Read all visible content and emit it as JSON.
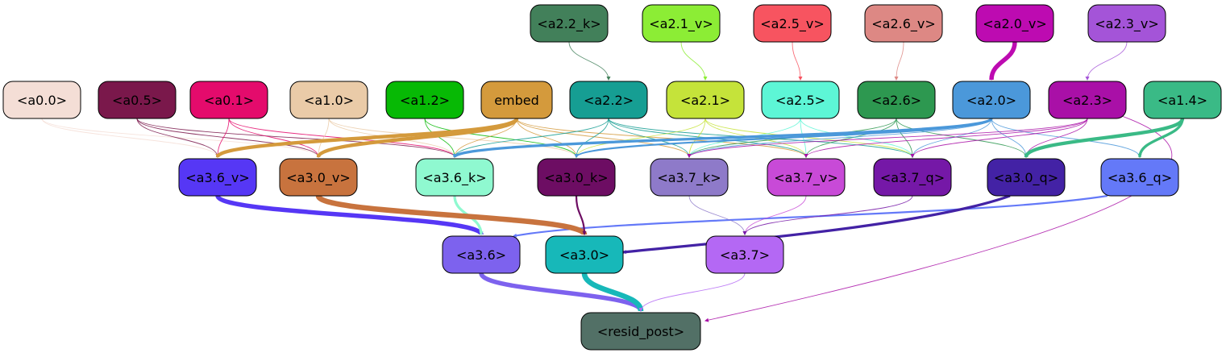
{
  "nodes": [
    {
      "id": "a2_2_k",
      "label": "<a2.2_k>",
      "fill": "#42805a",
      "text_color": "#000000"
    },
    {
      "id": "a2_1_v",
      "label": "<a2.1_v>",
      "fill": "#8ced35",
      "text_color": "#000000"
    },
    {
      "id": "a2_5_v",
      "label": "<a2.5_v>",
      "fill": "#f75460",
      "text_color": "#000000"
    },
    {
      "id": "a2_6_v",
      "label": "<a2.6_v>",
      "fill": "#dd8884",
      "text_color": "#000000"
    },
    {
      "id": "a2_0_v",
      "label": "<a2.0_v>",
      "fill": "#bd0bb1",
      "text_color": "#000000"
    },
    {
      "id": "a2_3_v",
      "label": "<a2.3_v>",
      "fill": "#a454d8",
      "text_color": "#000000"
    },
    {
      "id": "a0_0",
      "label": "<a0.0>",
      "fill": "#f4ded6",
      "text_color": "#000000"
    },
    {
      "id": "a0_5",
      "label": "<a0.5>",
      "fill": "#7a184b",
      "text_color": "#000000"
    },
    {
      "id": "a0_1",
      "label": "<a0.1>",
      "fill": "#e40b6c",
      "text_color": "#000000"
    },
    {
      "id": "a1_0",
      "label": "<a1.0>",
      "fill": "#eacba8",
      "text_color": "#000000"
    },
    {
      "id": "a1_2",
      "label": "<a1.2>",
      "fill": "#07b905",
      "text_color": "#000000"
    },
    {
      "id": "embed",
      "label": "embed",
      "fill": "#d49a3c",
      "text_color": "#000000"
    },
    {
      "id": "a2_2",
      "label": "<a2.2>",
      "fill": "#169e93",
      "text_color": "#000000"
    },
    {
      "id": "a2_1",
      "label": "<a2.1>",
      "fill": "#c5e33a",
      "text_color": "#000000"
    },
    {
      "id": "a2_5",
      "label": "<a2.5>",
      "fill": "#5df6d6",
      "text_color": "#000000"
    },
    {
      "id": "a2_6",
      "label": "<a2.6>",
      "fill": "#2d9850",
      "text_color": "#000000"
    },
    {
      "id": "a2_0",
      "label": "<a2.0>",
      "fill": "#4b98da",
      "text_color": "#000000"
    },
    {
      "id": "a2_3",
      "label": "<a2.3>",
      "fill": "#a910a7",
      "text_color": "#000000"
    },
    {
      "id": "a1_4",
      "label": "<a1.4>",
      "fill": "#3aba86",
      "text_color": "#000000"
    },
    {
      "id": "a3_6_v",
      "label": "<a3.6_v>",
      "fill": "#5637f5",
      "text_color": "#000000"
    },
    {
      "id": "a3_0_v",
      "label": "<a3.0_v>",
      "fill": "#c8733e",
      "text_color": "#000000"
    },
    {
      "id": "a3_6_k",
      "label": "<a3.6_k>",
      "fill": "#8ff9d0",
      "text_color": "#000000"
    },
    {
      "id": "a3_0_k",
      "label": "<a3.0_k>",
      "fill": "#6d0d63",
      "text_color": "#000000"
    },
    {
      "id": "a3_7_k",
      "label": "<a3.7_k>",
      "fill": "#8e7ac9",
      "text_color": "#000000"
    },
    {
      "id": "a3_7_v",
      "label": "<a3.7_v>",
      "fill": "#c84ad7",
      "text_color": "#000000"
    },
    {
      "id": "a3_7_q",
      "label": "<a3.7_q>",
      "fill": "#7518a7",
      "text_color": "#000000"
    },
    {
      "id": "a3_0_q",
      "label": "<a3.0_q>",
      "fill": "#4322a5",
      "text_color": "#000000"
    },
    {
      "id": "a3_6_q",
      "label": "<a3.6_q>",
      "fill": "#6479f8",
      "text_color": "#000000"
    },
    {
      "id": "a3_6",
      "label": "<a3.6>",
      "fill": "#7d62ee",
      "text_color": "#000000"
    },
    {
      "id": "a3_0",
      "label": "<a3.0>",
      "fill": "#17b8b9",
      "text_color": "#000000"
    },
    {
      "id": "a3_7",
      "label": "<a3.7>",
      "fill": "#b468f4",
      "text_color": "#000000"
    },
    {
      "id": "resid_post",
      "label": "<resid_post>",
      "fill": "#527066",
      "text_color": "#000000"
    }
  ],
  "edges": [
    {
      "from": "a2_2_k",
      "to": "a2_2",
      "color": "#42805a",
      "weight": 1
    },
    {
      "from": "a2_1_v",
      "to": "a2_1",
      "color": "#8ced35",
      "weight": 1
    },
    {
      "from": "a2_5_v",
      "to": "a2_5",
      "color": "#f75460",
      "weight": 1
    },
    {
      "from": "a2_6_v",
      "to": "a2_6",
      "color": "#dd8884",
      "weight": 1
    },
    {
      "from": "a2_0_v",
      "to": "a2_0",
      "color": "#bd0bb1",
      "weight": 5
    },
    {
      "from": "a2_3_v",
      "to": "a2_3",
      "color": "#a454d8",
      "weight": 1
    },
    {
      "from": "a0_0",
      "to": "a3_6_v",
      "color": "#f4ded6",
      "weight": 1
    },
    {
      "from": "a0_0",
      "to": "a3_0_v",
      "color": "#f4ded6",
      "weight": 1
    },
    {
      "from": "a0_5",
      "to": "a3_6_v",
      "color": "#7a184b",
      "weight": 1
    },
    {
      "from": "a0_5",
      "to": "a3_0_v",
      "color": "#7a184b",
      "weight": 1
    },
    {
      "from": "a0_5",
      "to": "a3_6_k",
      "color": "#7a184b",
      "weight": 1
    },
    {
      "from": "a0_1",
      "to": "a3_6_v",
      "color": "#e40b6c",
      "weight": 1
    },
    {
      "from": "a0_1",
      "to": "a3_0_v",
      "color": "#e40b6c",
      "weight": 1
    },
    {
      "from": "a0_1",
      "to": "a3_6_k",
      "color": "#e40b6c",
      "weight": 1
    },
    {
      "from": "a1_0",
      "to": "a3_0_v",
      "color": "#eacba8",
      "weight": 1
    },
    {
      "from": "a1_0",
      "to": "a3_6_k",
      "color": "#eacba8",
      "weight": 1
    },
    {
      "from": "a1_0",
      "to": "a3_0_k",
      "color": "#eacba8",
      "weight": 1
    },
    {
      "from": "a1_2",
      "to": "a3_6_k",
      "color": "#07b905",
      "weight": 1
    },
    {
      "from": "a1_2",
      "to": "a3_0_k",
      "color": "#07b905",
      "weight": 1
    },
    {
      "from": "embed",
      "to": "a3_6_v",
      "color": "#d49a3c",
      "weight": 4
    },
    {
      "from": "embed",
      "to": "a3_0_v",
      "color": "#d49a3c",
      "weight": 4
    },
    {
      "from": "embed",
      "to": "a3_6_k",
      "color": "#d49a3c",
      "weight": 1
    },
    {
      "from": "embed",
      "to": "a3_0_k",
      "color": "#d49a3c",
      "weight": 1
    },
    {
      "from": "embed",
      "to": "a3_7_k",
      "color": "#d49a3c",
      "weight": 1
    },
    {
      "from": "embed",
      "to": "a3_7_v",
      "color": "#d49a3c",
      "weight": 1
    },
    {
      "from": "a2_2",
      "to": "a3_6_k",
      "color": "#169e93",
      "weight": 1
    },
    {
      "from": "a2_2",
      "to": "a3_0_k",
      "color": "#169e93",
      "weight": 1
    },
    {
      "from": "a2_2",
      "to": "a3_7_k",
      "color": "#169e93",
      "weight": 1
    },
    {
      "from": "a2_2",
      "to": "a3_7_v",
      "color": "#169e93",
      "weight": 1
    },
    {
      "from": "a2_2",
      "to": "a3_7_q",
      "color": "#169e93",
      "weight": 1
    },
    {
      "from": "a2_1",
      "to": "a3_0_k",
      "color": "#c5e33a",
      "weight": 1
    },
    {
      "from": "a2_1",
      "to": "a3_7_k",
      "color": "#c5e33a",
      "weight": 1
    },
    {
      "from": "a2_1",
      "to": "a3_7_v",
      "color": "#c5e33a",
      "weight": 1
    },
    {
      "from": "a2_1",
      "to": "a3_7_q",
      "color": "#c5e33a",
      "weight": 1
    },
    {
      "from": "a2_5",
      "to": "a3_7_k",
      "color": "#5df6d6",
      "weight": 1
    },
    {
      "from": "a2_5",
      "to": "a3_7_v",
      "color": "#5df6d6",
      "weight": 1
    },
    {
      "from": "a2_5",
      "to": "a3_7_q",
      "color": "#5df6d6",
      "weight": 1
    },
    {
      "from": "a2_6",
      "to": "a3_7_k",
      "color": "#2d9850",
      "weight": 1
    },
    {
      "from": "a2_6",
      "to": "a3_7_v",
      "color": "#2d9850",
      "weight": 1
    },
    {
      "from": "a2_6",
      "to": "a3_7_q",
      "color": "#2d9850",
      "weight": 1
    },
    {
      "from": "a2_6",
      "to": "a3_0_q",
      "color": "#2d9850",
      "weight": 1
    },
    {
      "from": "a2_0",
      "to": "a3_6_k",
      "color": "#4b98da",
      "weight": 3
    },
    {
      "from": "a2_0",
      "to": "a3_0_k",
      "color": "#4b98da",
      "weight": 2
    },
    {
      "from": "a2_0",
      "to": "a3_7_k",
      "color": "#4b98da",
      "weight": 1
    },
    {
      "from": "a2_0",
      "to": "a3_7_q",
      "color": "#4b98da",
      "weight": 1
    },
    {
      "from": "a2_0",
      "to": "a3_0_q",
      "color": "#4b98da",
      "weight": 1
    },
    {
      "from": "a2_0",
      "to": "a3_6_q",
      "color": "#4b98da",
      "weight": 1
    },
    {
      "from": "a2_3",
      "to": "a3_7_k",
      "color": "#a910a7",
      "weight": 1
    },
    {
      "from": "a2_3",
      "to": "a3_7_v",
      "color": "#a910a7",
      "weight": 1
    },
    {
      "from": "a2_3",
      "to": "a3_7_q",
      "color": "#a910a7",
      "weight": 1
    },
    {
      "from": "a2_3",
      "to": "a3_0_q",
      "color": "#a910a7",
      "weight": 1
    },
    {
      "from": "a2_3",
      "to": "resid_post",
      "color": "#a910a7",
      "weight": 1
    },
    {
      "from": "a1_4",
      "to": "a3_0_q",
      "color": "#3aba86",
      "weight": 4
    },
    {
      "from": "a1_4",
      "to": "a3_6_q",
      "color": "#3aba86",
      "weight": 3
    },
    {
      "from": "a3_6_v",
      "to": "a3_6",
      "color": "#5637f5",
      "weight": 5
    },
    {
      "from": "a3_6_k",
      "to": "a3_6",
      "color": "#8ff9d0",
      "weight": 3
    },
    {
      "from": "a3_6_q",
      "to": "a3_6",
      "color": "#6479f8",
      "weight": 2
    },
    {
      "from": "a3_0_v",
      "to": "a3_0",
      "color": "#c8733e",
      "weight": 6
    },
    {
      "from": "a3_0_k",
      "to": "a3_0",
      "color": "#6d0d63",
      "weight": 2
    },
    {
      "from": "a3_0_q",
      "to": "a3_0",
      "color": "#4322a5",
      "weight": 3
    },
    {
      "from": "a3_7_k",
      "to": "a3_7",
      "color": "#8e7ac9",
      "weight": 1
    },
    {
      "from": "a3_7_v",
      "to": "a3_7",
      "color": "#c84ad7",
      "weight": 1
    },
    {
      "from": "a3_7_q",
      "to": "a3_7",
      "color": "#7518a7",
      "weight": 1
    },
    {
      "from": "a3_6",
      "to": "resid_post",
      "color": "#7d62ee",
      "weight": 5
    },
    {
      "from": "a3_0",
      "to": "resid_post",
      "color": "#17b8b9",
      "weight": 6
    },
    {
      "from": "a3_7",
      "to": "resid_post",
      "color": "#b468f4",
      "weight": 1
    }
  ]
}
